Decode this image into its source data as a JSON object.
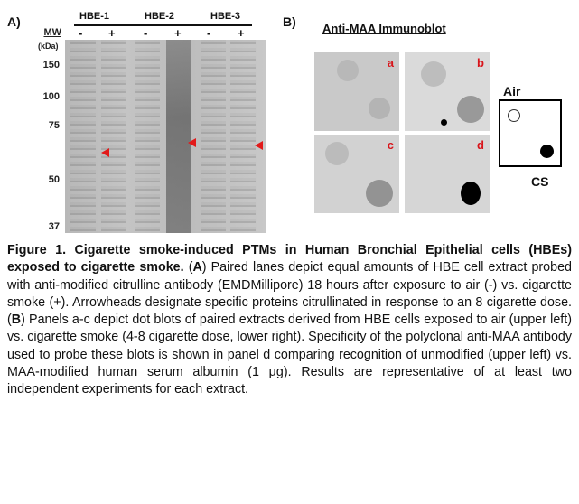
{
  "panel_a": {
    "label": "A)",
    "groups": [
      "HBE-1",
      "HBE-2",
      "HBE-3"
    ],
    "lane_signs": [
      "-",
      "+",
      "-",
      "+",
      "-",
      "+"
    ],
    "mw_header": "MW",
    "mw_unit": "(kDa)",
    "mw_markers": [
      "150",
      "100",
      "75",
      "50",
      "37"
    ],
    "arrow_color": "#e21a1a"
  },
  "panel_b": {
    "label": "B)",
    "title": "Anti-MAA Immunoblot",
    "tiles": [
      "a",
      "b",
      "c",
      "d"
    ],
    "legend_top": "Air",
    "legend_bottom": "CS",
    "tile_label_color": "#d8151b"
  },
  "caption": {
    "title": "Figure 1. Cigarette smoke-induced PTMs in Human Bronchial Epithelial cells (HBEs) exposed to cigarette smoke.",
    "body_1": " (",
    "a": "A",
    "body_2": ") Paired lanes depict equal amounts of HBE cell extract probed with anti-modified citrulline antibody (EMDMillipore) 18 hours after exposure to air (-) vs. cigarette smoke (+).  Arrowheads designate specific proteins citrullinated in response to an 8 cigarette dose. (",
    "b": "B",
    "body_3": ") Panels a-c depict dot blots of paired extracts derived from HBE cells exposed to air (upper left) vs. cigarette smoke (4-8 cigarette dose, lower right).  Specificity of the polyclonal anti-MAA antibody used to probe these blots is shown in panel d comparing recognition of unmodified (upper left) vs. MAA-modified human serum albumin (1 μg).  Results are representative of at least two independent experiments for each extract."
  }
}
